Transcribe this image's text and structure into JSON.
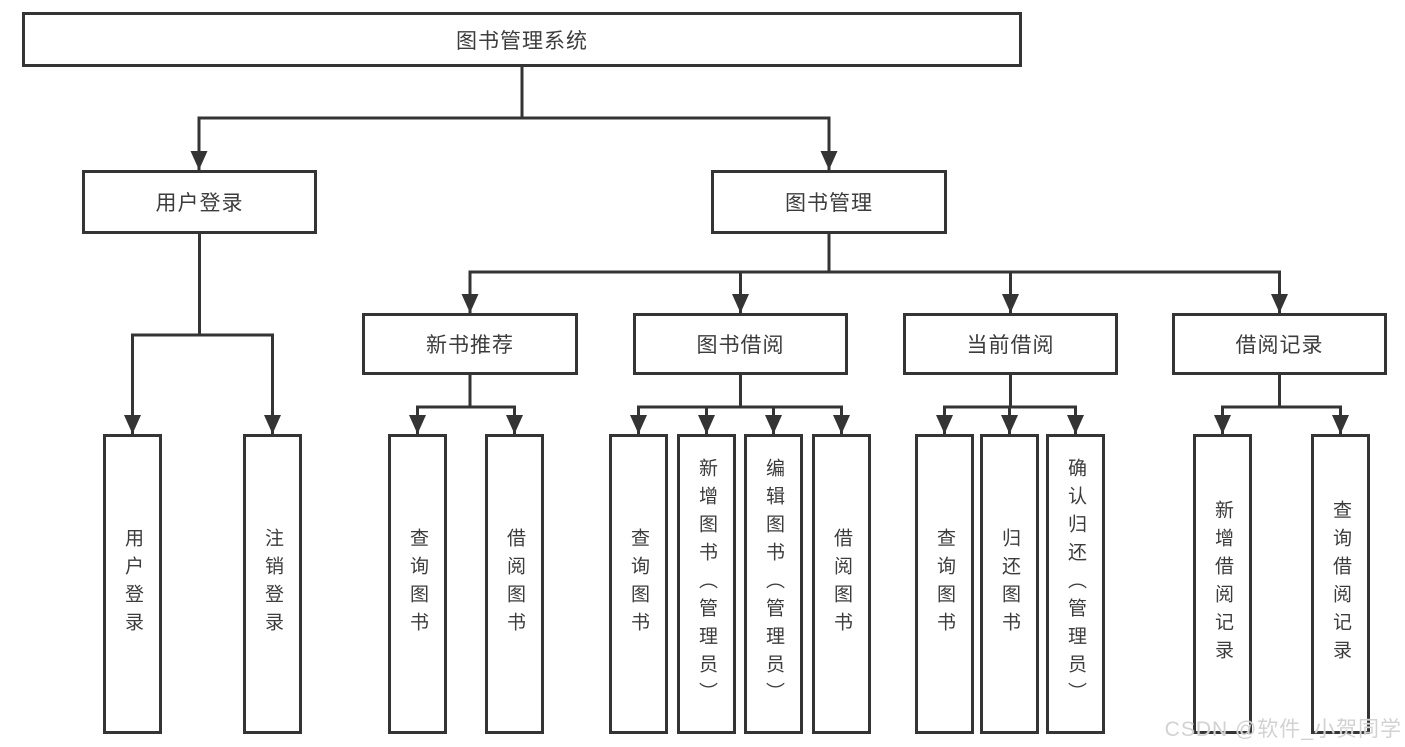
{
  "diagram": {
    "type": "hierarchy-flowchart",
    "tree": {
      "root": {
        "label": "图书管理系统"
      },
      "children": [
        {
          "label": "用户登录",
          "children": [
            {
              "label": "用户登录"
            },
            {
              "label": "注销登录"
            }
          ]
        },
        {
          "label": "图书管理",
          "children": [
            {
              "label": "新书推荐",
              "children": [
                {
                  "label": "查询图书"
                },
                {
                  "label": "借阅图书"
                }
              ]
            },
            {
              "label": "图书借阅",
              "children": [
                {
                  "label": "查询图书"
                },
                {
                  "label": "新增图书（管理员）"
                },
                {
                  "label": "编辑图书（管理员）"
                },
                {
                  "label": "借阅图书"
                }
              ]
            },
            {
              "label": "当前借阅",
              "children": [
                {
                  "label": "查询图书"
                },
                {
                  "label": "归还图书"
                },
                {
                  "label": "确认归还（管理员）"
                }
              ]
            },
            {
              "label": "借阅记录",
              "children": [
                {
                  "label": "新增借阅记录"
                },
                {
                  "label": "查询借阅记录"
                }
              ]
            }
          ]
        }
      ]
    },
    "colors": {
      "line": "#343434",
      "node_border": "#343434",
      "node_text": "#3c3c3c",
      "background": "#ffffff",
      "watermark": "#d2d2d2"
    }
  },
  "watermark": {
    "text": "CSDN @软件_小贺同学"
  }
}
